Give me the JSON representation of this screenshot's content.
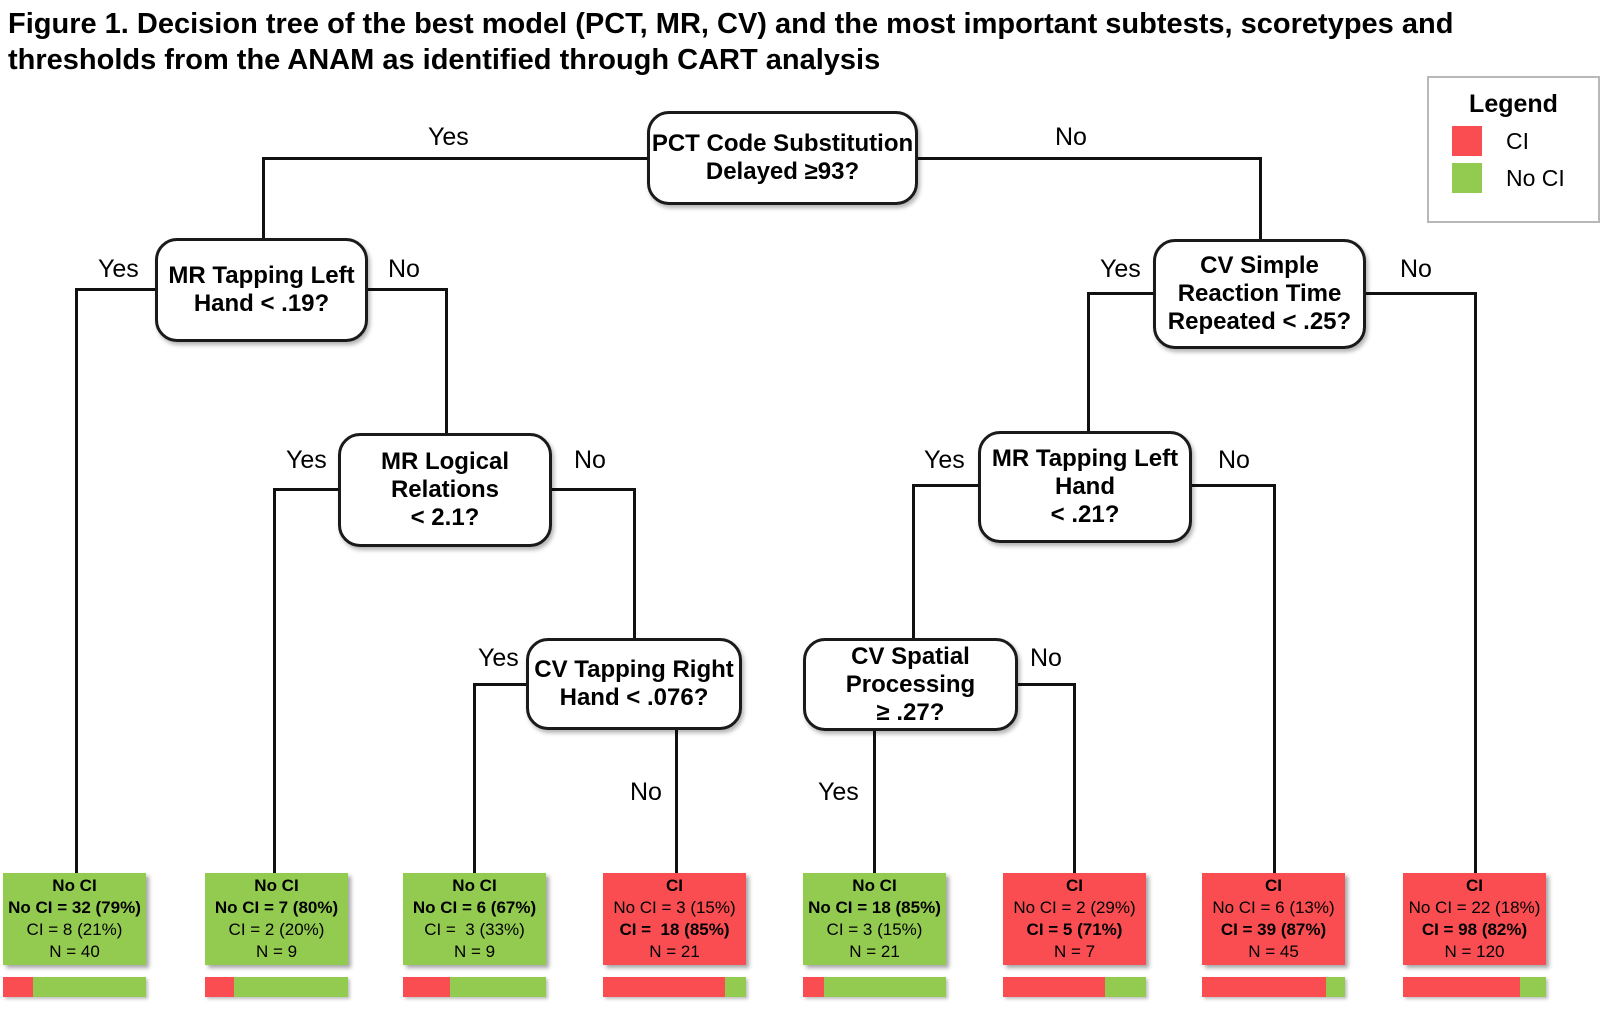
{
  "figure": {
    "title": "Figure 1. Decision tree of the best model (PCT, MR, CV) and the most important subtests, scoretypes and\nthresholds from the ANAM as identified through CART analysis"
  },
  "legend": {
    "title": "Legend",
    "items": [
      {
        "label": "CI",
        "color": "#FA4D52"
      },
      {
        "label": "No CI",
        "color": "#92CB50"
      }
    ]
  },
  "edge_labels": {
    "yes": "Yes",
    "no": "No"
  },
  "nodes": {
    "root": {
      "label": "PCT Code Substitution\nDelayed ≥93?"
    },
    "mr_tapping_19": {
      "label": "MR Tapping Left\nHand < .19?"
    },
    "mr_logical": {
      "label": "MR Logical\nRelations\n< 2.1?"
    },
    "cv_tapping_right": {
      "label": "CV Tapping Right\nHand < .076?"
    },
    "cv_srt": {
      "label": "CV Simple\nReaction Time\nRepeated < .25?"
    },
    "mr_tapping_21": {
      "label": "MR Tapping Left\nHand\n< .21?"
    },
    "cv_spatial": {
      "label": "CV Spatial\nProcessing\n≥ .27?"
    }
  },
  "leaves": [
    {
      "outcome": "No CI",
      "no_ci_line": "No CI = 32 (79%)",
      "ci_line": "CI = 8 (21%)",
      "n_line": "N = 40",
      "type": "no_ci",
      "ci_pct": 21
    },
    {
      "outcome": "No CI",
      "no_ci_line": "No CI = 7 (80%)",
      "ci_line": "CI = 2 (20%)",
      "n_line": "N = 9",
      "type": "no_ci",
      "ci_pct": 20
    },
    {
      "outcome": "No CI",
      "no_ci_line": "No CI = 6 (67%)",
      "ci_line": "CI =  3 (33%)",
      "n_line": "N = 9",
      "type": "no_ci",
      "ci_pct": 33
    },
    {
      "outcome": "CI",
      "no_ci_line": "No CI = 3 (15%)",
      "ci_line": "CI =  18 (85%)",
      "n_line": "N = 21",
      "type": "ci",
      "ci_pct": 85
    },
    {
      "outcome": "No CI",
      "no_ci_line": "No CI = 18 (85%)",
      "ci_line": "CI = 3 (15%)",
      "n_line": "N = 21",
      "type": "no_ci",
      "ci_pct": 15
    },
    {
      "outcome": "CI",
      "no_ci_line": "No CI = 2 (29%)",
      "ci_line": "CI = 5 (71%)",
      "n_line": "N = 7",
      "type": "ci",
      "ci_pct": 71
    },
    {
      "outcome": "CI",
      "no_ci_line": "No CI = 6 (13%)",
      "ci_line": "CI = 39 (87%)",
      "n_line": "N = 45",
      "type": "ci",
      "ci_pct": 87
    },
    {
      "outcome": "CI",
      "no_ci_line": "No CI = 22 (18%)",
      "ci_line": "CI = 98 (82%)",
      "n_line": "N = 120",
      "type": "ci",
      "ci_pct": 82
    }
  ]
}
